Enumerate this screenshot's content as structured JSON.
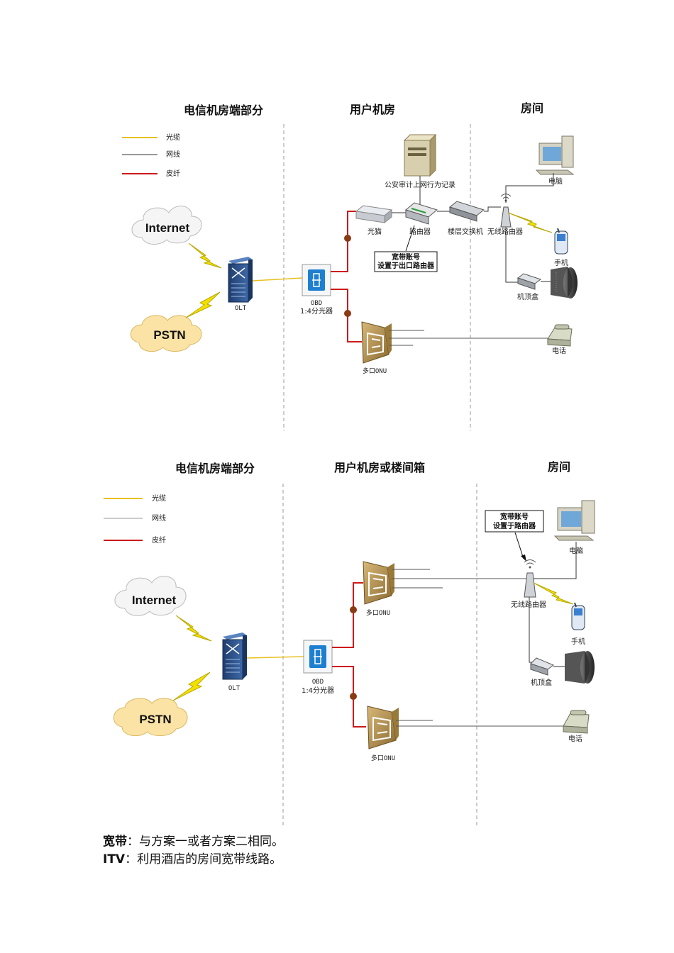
{
  "diagram1": {
    "headers": {
      "left": "电信机房端部分",
      "mid": "用户机房",
      "right": "房间"
    },
    "legend": [
      {
        "label": "光缆",
        "color": "#e8c020"
      },
      {
        "label": "网线",
        "color": "#333333"
      },
      {
        "label": "皮纤",
        "color": "#cc1a1a"
      }
    ],
    "internet": "Internet",
    "pstn": "PSTN",
    "olt": "OLT",
    "obd": "OBD",
    "obd_sub": "1:4分光器",
    "server_label": "公安审计上网行为记录",
    "modem": "光猫",
    "router": "路由器",
    "switch": "楼层交换机",
    "wireless": "无线路由器",
    "pc": "电脑",
    "phone": "手机",
    "stb": "机顶盒",
    "tel": "电话",
    "onu": "多口ONU",
    "note_line1": "宽带账号",
    "note_line2": "设置于出口路由器"
  },
  "diagram2": {
    "headers": {
      "left": "电信机房端部分",
      "mid": "用户机房或楼间箱",
      "right": "房间"
    },
    "legend": [
      {
        "label": "光缆",
        "color": "#e8c020"
      },
      {
        "label": "网线",
        "color": "#999999"
      },
      {
        "label": "皮纤",
        "color": "#cc1a1a"
      }
    ],
    "internet": "Internet",
    "pstn": "PSTN",
    "olt": "OLT",
    "obd": "OBD",
    "obd_sub": "1:4分光器",
    "onu_top": "多口ONU",
    "onu_bottom": "多口ONU",
    "wireless": "无线路由器",
    "pc": "电脑",
    "phone": "手机",
    "stb": "机顶盒",
    "tel": "电话",
    "note_line1": "宽带账号",
    "note_line2": "设置于路由器"
  },
  "footer": {
    "line1_bold": "宽带",
    "line1_rest": "：与方案一或者方案二相同。",
    "line2_bold": "ITV",
    "line2_rest": "：利用酒店的房间宽带线路。"
  }
}
